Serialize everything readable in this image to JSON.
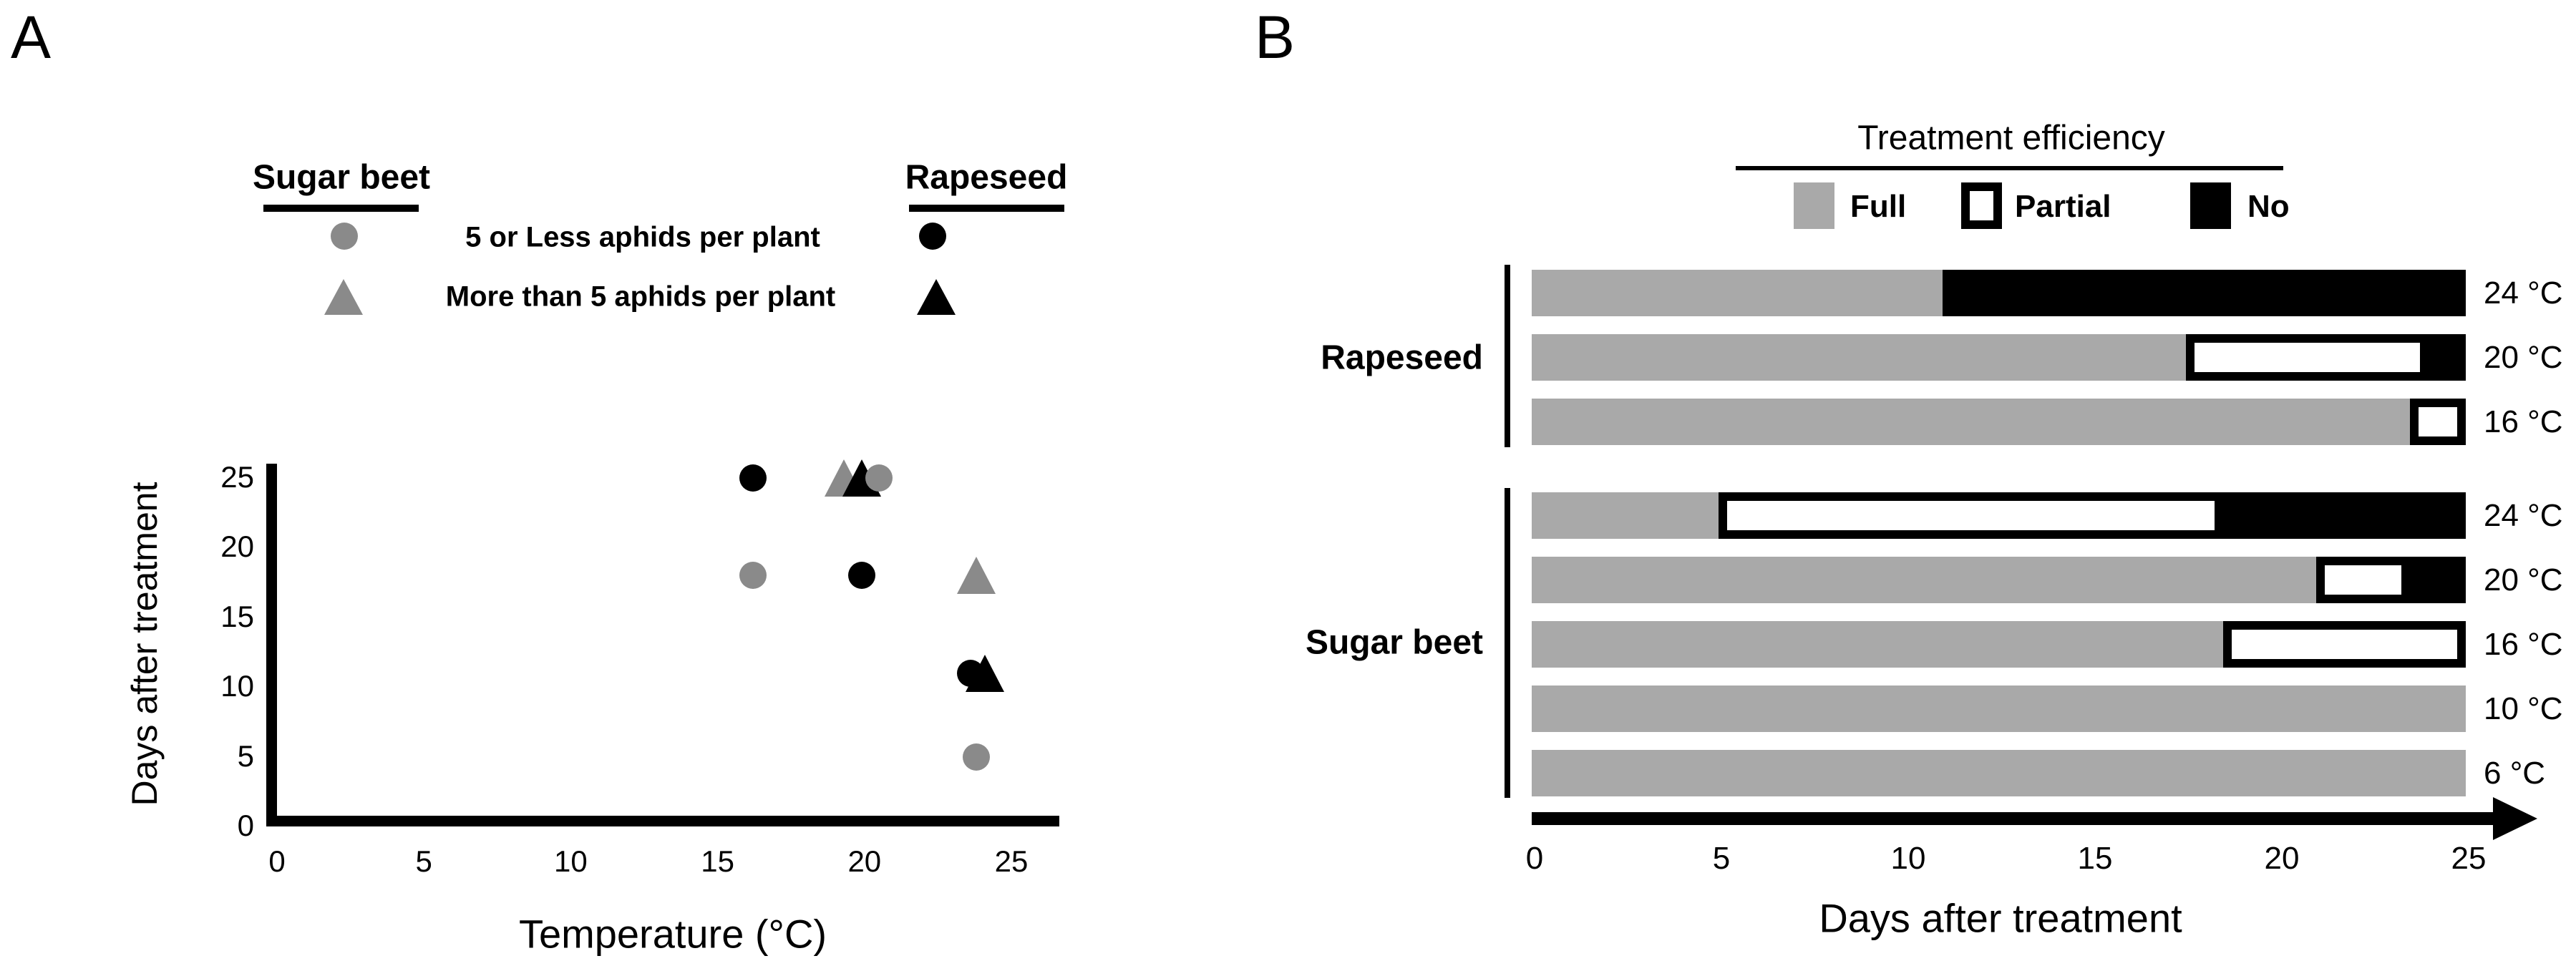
{
  "figure_colors": {
    "sugar_beet_marker": "#8a8a8a",
    "rapeseed_marker": "#000000",
    "full_efficiency": "#a9a9a9",
    "partial_efficiency": "#ffffff",
    "no_efficiency": "#000000",
    "axis": "#000000"
  },
  "chart_data": [
    {
      "panel_label": "A",
      "type": "scatter",
      "xlabel": "Temperature (°C)",
      "ylabel": "Days after treatment",
      "xlim": [
        0,
        26.6
      ],
      "ylim": [
        0,
        26
      ],
      "xticks": [
        0,
        5,
        10,
        15,
        20,
        25
      ],
      "yticks": [
        0,
        5,
        10,
        15,
        20,
        25
      ],
      "grid": false,
      "legend": {
        "left_title": "Sugar beet",
        "right_title": "Rapeseed",
        "row1_label": "5 or Less aphids per plant",
        "row2_label": "More than 5 aphids per plant",
        "row1_marker": "circle",
        "row2_marker": "triangle"
      },
      "series_colors": {
        "Sugar beet": "#8a8a8a",
        "Rapeseed": "#000000"
      },
      "points": [
        {
          "crop": "Rapeseed",
          "aphids": "5 or less",
          "marker": "circle",
          "x": 16.2,
          "y": 25
        },
        {
          "crop": "Sugar beet",
          "aphids": "more than 5",
          "marker": "triangle",
          "x": 19.3,
          "y": 25
        },
        {
          "crop": "Rapeseed",
          "aphids": "more than 5",
          "marker": "triangle",
          "x": 19.9,
          "y": 25
        },
        {
          "crop": "Sugar beet",
          "aphids": "5 or less",
          "marker": "circle",
          "x": 20.5,
          "y": 25
        },
        {
          "crop": "Sugar beet",
          "aphids": "5 or less",
          "marker": "circle",
          "x": 16.2,
          "y": 18
        },
        {
          "crop": "Rapeseed",
          "aphids": "5 or less",
          "marker": "circle",
          "x": 19.9,
          "y": 18
        },
        {
          "crop": "Sugar beet",
          "aphids": "more than 5",
          "marker": "triangle",
          "x": 23.8,
          "y": 18
        },
        {
          "crop": "Rapeseed",
          "aphids": "5 or less",
          "marker": "circle",
          "x": 23.6,
          "y": 11
        },
        {
          "crop": "Rapeseed",
          "aphids": "more than 5",
          "marker": "triangle",
          "x": 24.1,
          "y": 11
        },
        {
          "crop": "Sugar beet",
          "aphids": "5 or less",
          "marker": "circle",
          "x": 23.8,
          "y": 5
        }
      ]
    },
    {
      "panel_label": "B",
      "type": "stacked-bar-horizontal",
      "title": "Treatment efficiency",
      "xlabel": "Days after treatment",
      "xlim": [
        0,
        25
      ],
      "xticks": [
        0,
        5,
        10,
        15,
        20,
        25
      ],
      "grid": false,
      "legend": [
        {
          "label": "Full",
          "key": "Full"
        },
        {
          "label": "Partial",
          "key": "Partial"
        },
        {
          "label": "No",
          "key": "No"
        }
      ],
      "groups": [
        {
          "name": "Rapeseed",
          "bars": [
            {
              "temp": "24 °C",
              "segments": [
                {
                  "efficiency": "Full",
                  "from": 0,
                  "to": 11
                },
                {
                  "efficiency": "No",
                  "from": 11,
                  "to": 25
                }
              ]
            },
            {
              "temp": "20 °C",
              "segments": [
                {
                  "efficiency": "Full",
                  "from": 0,
                  "to": 17.5
                },
                {
                  "efficiency": "Partial",
                  "from": 17.5,
                  "to": 24
                },
                {
                  "efficiency": "No",
                  "from": 24,
                  "to": 25
                }
              ]
            },
            {
              "temp": "16 °C",
              "segments": [
                {
                  "efficiency": "Full",
                  "from": 0,
                  "to": 23.5
                },
                {
                  "efficiency": "Partial",
                  "from": 23.5,
                  "to": 25
                }
              ]
            }
          ]
        },
        {
          "name": "Sugar beet",
          "bars": [
            {
              "temp": "24 °C",
              "segments": [
                {
                  "efficiency": "Full",
                  "from": 0,
                  "to": 5
                },
                {
                  "efficiency": "Partial",
                  "from": 5,
                  "to": 18.5
                },
                {
                  "efficiency": "No",
                  "from": 18.5,
                  "to": 25
                }
              ]
            },
            {
              "temp": "20 °C",
              "segments": [
                {
                  "efficiency": "Full",
                  "from": 0,
                  "to": 21
                },
                {
                  "efficiency": "Partial",
                  "from": 21,
                  "to": 23.5
                },
                {
                  "efficiency": "No",
                  "from": 23.5,
                  "to": 25
                }
              ]
            },
            {
              "temp": "16 °C",
              "segments": [
                {
                  "efficiency": "Full",
                  "from": 0,
                  "to": 18.5
                },
                {
                  "efficiency": "Partial",
                  "from": 18.5,
                  "to": 25
                }
              ]
            },
            {
              "temp": "10 °C",
              "segments": [
                {
                  "efficiency": "Full",
                  "from": 0,
                  "to": 25
                }
              ]
            },
            {
              "temp": "6 °C",
              "segments": [
                {
                  "efficiency": "Full",
                  "from": 0,
                  "to": 25
                }
              ]
            }
          ]
        }
      ]
    }
  ]
}
